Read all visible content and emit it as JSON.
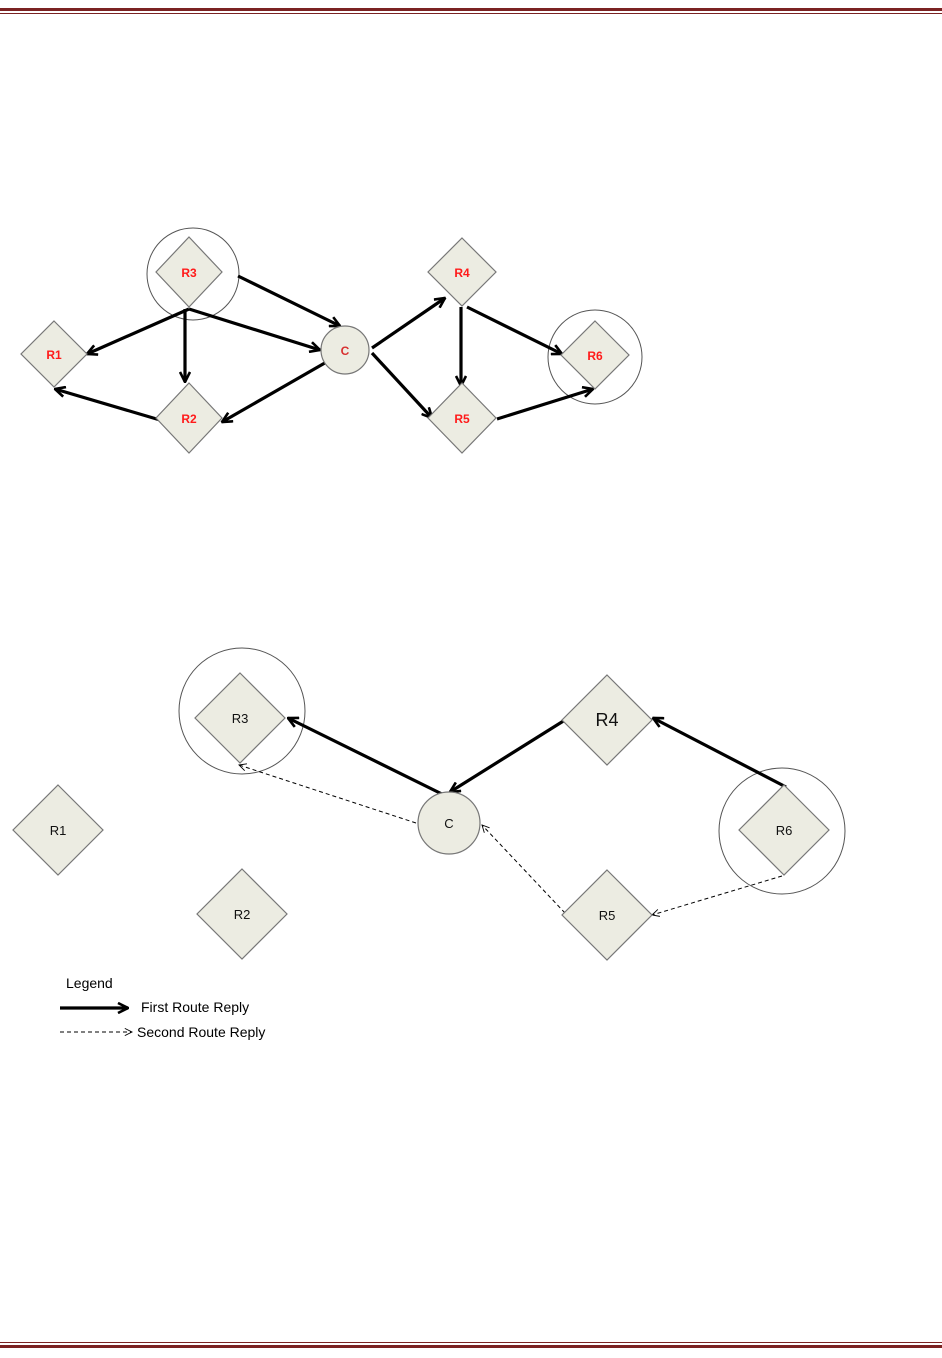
{
  "diagram1": {
    "nodes": [
      {
        "id": "R3",
        "label": "R3",
        "shape": "diamond",
        "range_circle": true
      },
      {
        "id": "R1",
        "label": "R1",
        "shape": "diamond",
        "range_circle": false
      },
      {
        "id": "R2",
        "label": "R2",
        "shape": "diamond",
        "range_circle": false
      },
      {
        "id": "C",
        "label": "C",
        "shape": "circle",
        "range_circle": false
      },
      {
        "id": "R4",
        "label": "R4",
        "shape": "diamond",
        "range_circle": false
      },
      {
        "id": "R5",
        "label": "R5",
        "shape": "diamond",
        "range_circle": false
      },
      {
        "id": "R6",
        "label": "R6",
        "shape": "diamond",
        "range_circle": true
      }
    ],
    "edges": [
      {
        "from": "R3",
        "to": "R1",
        "style": "solid"
      },
      {
        "from": "R3",
        "to": "R2",
        "style": "solid"
      },
      {
        "from": "R3",
        "to": "C",
        "style": "solid"
      },
      {
        "from": "R3",
        "to": "C",
        "style": "solid"
      },
      {
        "from": "R2",
        "to": "R1",
        "style": "solid"
      },
      {
        "from": "C",
        "to": "R2",
        "style": "solid"
      },
      {
        "from": "C",
        "to": "R4",
        "style": "solid"
      },
      {
        "from": "C",
        "to": "R5",
        "style": "solid"
      },
      {
        "from": "R4",
        "to": "R5",
        "style": "solid"
      },
      {
        "from": "R4",
        "to": "R6",
        "style": "solid"
      },
      {
        "from": "R5",
        "to": "R6",
        "style": "solid"
      }
    ]
  },
  "diagram2": {
    "nodes": [
      {
        "id": "R3",
        "label": "R3",
        "shape": "diamond",
        "range_circle": true
      },
      {
        "id": "R1",
        "label": "R1",
        "shape": "diamond",
        "range_circle": false
      },
      {
        "id": "R2",
        "label": "R2",
        "shape": "diamond",
        "range_circle": false
      },
      {
        "id": "C",
        "label": "C",
        "shape": "circle",
        "range_circle": false
      },
      {
        "id": "R4",
        "label": "R4",
        "shape": "diamond",
        "range_circle": false
      },
      {
        "id": "R5",
        "label": "R5",
        "shape": "diamond",
        "range_circle": false
      },
      {
        "id": "R6",
        "label": "R6",
        "shape": "diamond",
        "range_circle": true
      }
    ],
    "edges": [
      {
        "from": "R6",
        "to": "R4",
        "style": "solid"
      },
      {
        "from": "R4",
        "to": "C",
        "style": "solid"
      },
      {
        "from": "C",
        "to": "R3",
        "style": "solid"
      },
      {
        "from": "R6",
        "to": "R5",
        "style": "dashed"
      },
      {
        "from": "R5",
        "to": "C",
        "style": "dashed"
      },
      {
        "from": "C",
        "to": "R3",
        "style": "dashed"
      }
    ]
  },
  "legend": {
    "title": "Legend",
    "items": [
      {
        "label": "First Route Reply",
        "style": "solid"
      },
      {
        "label": "Second Route Reply",
        "style": "dashed"
      }
    ]
  },
  "colors": {
    "rule": "#7b2323",
    "node_fill": "#ecece2",
    "label_red": "#ff1a1a"
  }
}
